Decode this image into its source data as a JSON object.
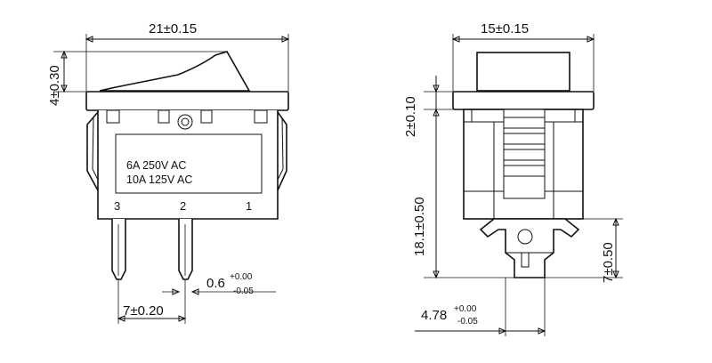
{
  "front_view": {
    "width_dim": "21±0.15",
    "rocker_height_dim": "4±0.30",
    "rating_line1": "6A 250V AC",
    "rating_line2": "10A 125V AC",
    "pin_labels": [
      "3",
      "2",
      "1"
    ],
    "pin_thickness_main": "0.6",
    "pin_thickness_tol_upper": "+0.00",
    "pin_thickness_tol_lower": "-0.05",
    "pin_spacing_dim": "7±0.20"
  },
  "side_view": {
    "width_dim": "15±0.15",
    "flange_dim": "2±0.10",
    "body_height_dim": "18.1±0.50",
    "terminal_length_dim": "7±0.50",
    "terminal_width_main": "4.78",
    "terminal_width_tol_upper": "+0.00",
    "terminal_width_tol_lower": "-0.05"
  }
}
